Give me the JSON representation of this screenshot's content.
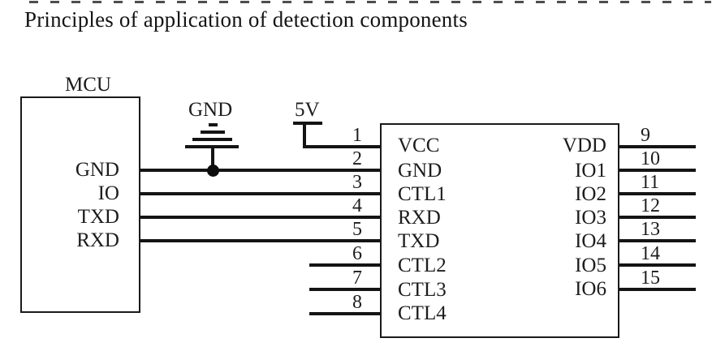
{
  "title": "Principles of application of detection components",
  "diagram": {
    "mcu": {
      "label": "MCU",
      "pins": [
        {
          "label": "GND"
        },
        {
          "label": "IO"
        },
        {
          "label": "TXD"
        },
        {
          "label": "RXD"
        }
      ]
    },
    "ground": {
      "label": "GND"
    },
    "supply": {
      "label": "5V"
    },
    "chip": {
      "left_pins": [
        {
          "num": "1",
          "label": "VCC"
        },
        {
          "num": "2",
          "label": "GND"
        },
        {
          "num": "3",
          "label": "CTL1"
        },
        {
          "num": "4",
          "label": "RXD"
        },
        {
          "num": "5",
          "label": "TXD"
        },
        {
          "num": "6",
          "label": "CTL2"
        },
        {
          "num": "7",
          "label": "CTL3"
        },
        {
          "num": "8",
          "label": "CTL4"
        }
      ],
      "right_pins": [
        {
          "num": "9",
          "label": "VDD"
        },
        {
          "num": "10",
          "label": "IO1"
        },
        {
          "num": "11",
          "label": "IO2"
        },
        {
          "num": "12",
          "label": "IO3"
        },
        {
          "num": "13",
          "label": "IO4"
        },
        {
          "num": "14",
          "label": "IO5"
        },
        {
          "num": "15",
          "label": "IO6"
        }
      ]
    },
    "colors": {
      "line": "#141414",
      "text": "#1c1c1c",
      "background": "#ffffff"
    }
  }
}
